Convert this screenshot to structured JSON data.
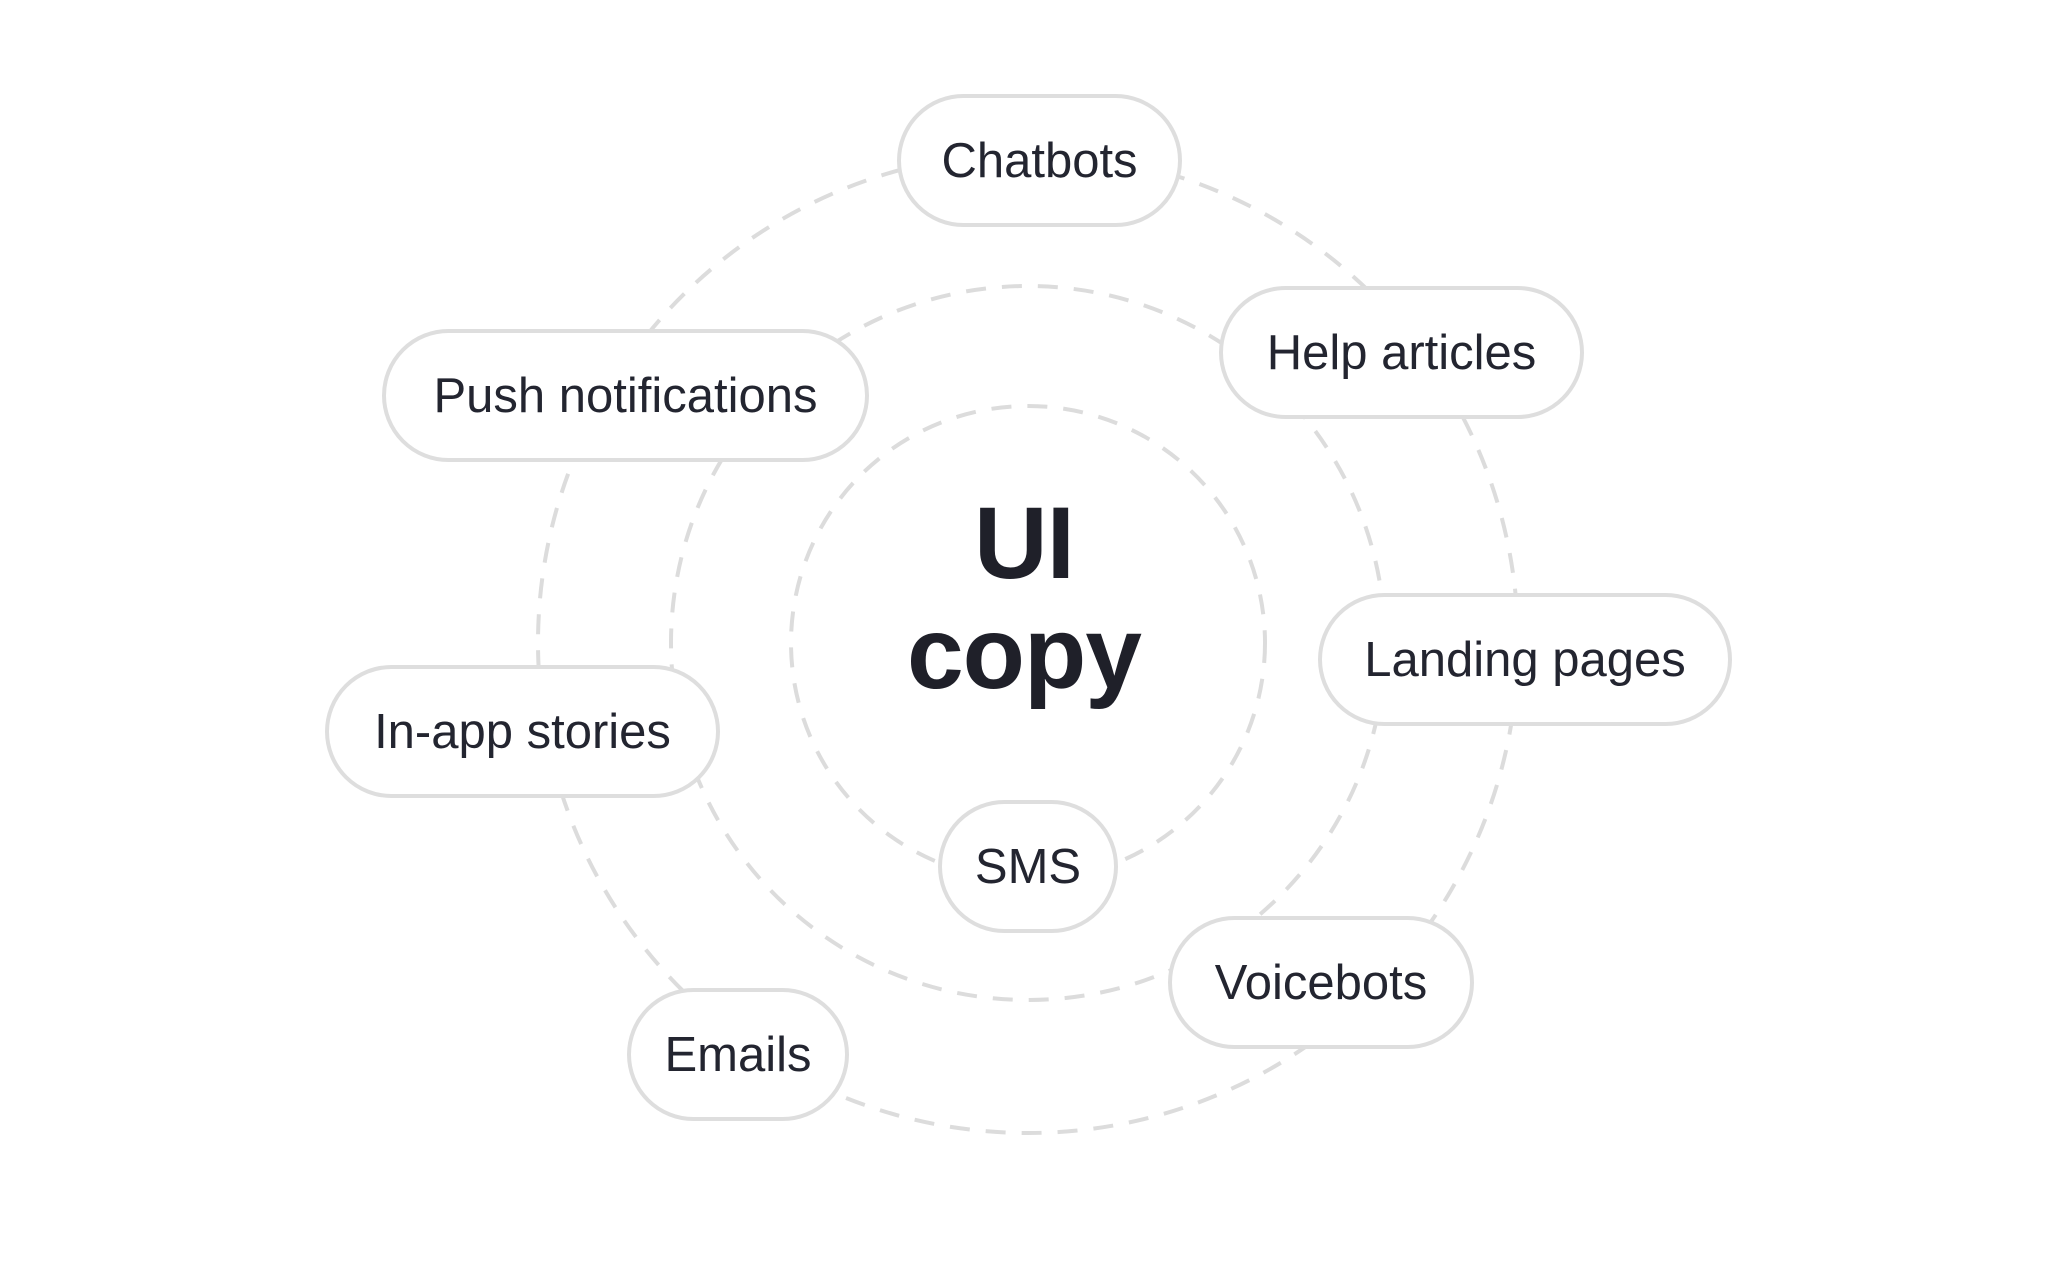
{
  "center": {
    "line1": "UI",
    "line2": "copy"
  },
  "channels": {
    "chatbots": "Chatbots",
    "help_articles": "Help articles",
    "push_notifications": "Push notifications",
    "landing_pages": "Landing pages",
    "in_app_stories": "In-app stories",
    "sms": "SMS",
    "voicebots": "Voicebots",
    "emails": "Emails"
  },
  "colors": {
    "ring_stroke": "#dcdcdc",
    "pill_border": "#dedede",
    "text": "#232530",
    "background": "#ffffff"
  }
}
